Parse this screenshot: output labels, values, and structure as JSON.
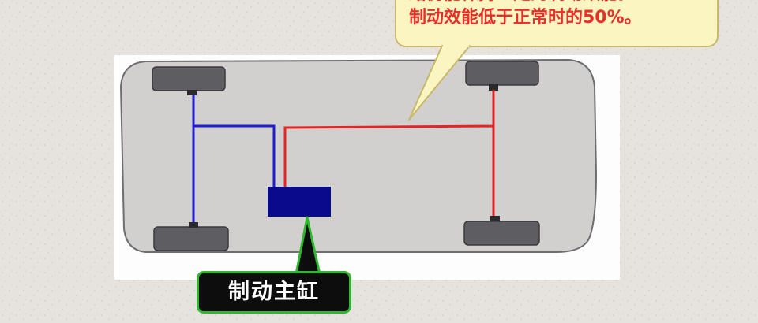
{
  "callout": {
    "line1": "路仍能保持一定的制动效能。",
    "line2": "制动效能低于正常时的50%。"
  },
  "master_cylinder_label": "制动主缸",
  "colors": {
    "background": "#e6e3de",
    "panel": "#fdfdfd",
    "car_body_fill": "#d2d0ce",
    "car_body_stroke": "#6d6d72",
    "tire": "#5e5e62",
    "front_circuit": "#1d1dd6",
    "rear_circuit": "#e62424",
    "master_cylinder": "#0a0a8c",
    "callout_fill": "#fbf5c2",
    "callout_text": "#e8302a",
    "label_fill": "#0d0d0d",
    "label_border": "#2fb82f",
    "label_text": "#ffffff"
  }
}
